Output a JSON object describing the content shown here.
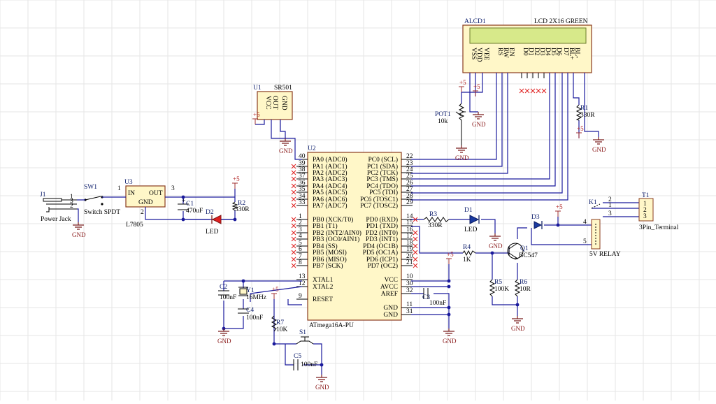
{
  "lcd": {
    "ref": "ALCD1",
    "value": "LCD  2X16 GREEN",
    "pins": [
      "VSS",
      "VDD",
      "VEE",
      "RS",
      "RW",
      "EN",
      "D0",
      "D1",
      "D2",
      "D3",
      "D4",
      "D5",
      "D6",
      "D7",
      "BL+",
      "BL-"
    ]
  },
  "pir": {
    "ref": "U1",
    "value": "SR501",
    "pins": [
      "VCC",
      "OUT",
      "GND"
    ]
  },
  "mcu": {
    "ref": "U2",
    "value": "ATmega16A-PU",
    "left_pins": [
      {
        "num": "40",
        "name": "PA0 (ADC0)"
      },
      {
        "num": "39",
        "name": "PA1 (ADC1)"
      },
      {
        "num": "38",
        "name": "PA2 (ADC2)"
      },
      {
        "num": "37",
        "name": "PA3 (ADC3)"
      },
      {
        "num": "36",
        "name": "PA4 (ADC4)"
      },
      {
        "num": "35",
        "name": "PA5 (ADC5)"
      },
      {
        "num": "34",
        "name": "PA6 (ADC6)"
      },
      {
        "num": "33",
        "name": "PA7 (ADC7)"
      },
      {
        "num": "1",
        "name": "PB0 (XCK/T0)"
      },
      {
        "num": "2",
        "name": "PB1 (T1)"
      },
      {
        "num": "3",
        "name": "PB2 (INT2/AIN0)"
      },
      {
        "num": "4",
        "name": "PB3 (OC0/AIN1)"
      },
      {
        "num": "5",
        "name": "PB4 (SS)"
      },
      {
        "num": "6",
        "name": "PB5 (MOSI)"
      },
      {
        "num": "7",
        "name": "PB6 (MISO)"
      },
      {
        "num": "8",
        "name": "PB7 (SCK)"
      },
      {
        "num": "13",
        "name": "XTAL1"
      },
      {
        "num": "12",
        "name": "XTAL2"
      },
      {
        "num": "9",
        "name": "RESET"
      }
    ],
    "right_pins": [
      {
        "num": "22",
        "name": "PC0 (SCL)"
      },
      {
        "num": "23",
        "name": "PC1 (SDA)"
      },
      {
        "num": "24",
        "name": "PC2 (TCK)"
      },
      {
        "num": "25",
        "name": "PC3 (TMS)"
      },
      {
        "num": "26",
        "name": "PC4 (TDO)"
      },
      {
        "num": "27",
        "name": "PC5 (TDI)"
      },
      {
        "num": "28",
        "name": "PC6 (TOSC1)"
      },
      {
        "num": "29",
        "name": "PC7 (TOSC2)"
      },
      {
        "num": "14",
        "name": "PD0 (RXD)"
      },
      {
        "num": "15",
        "name": "PD1 (TXD)"
      },
      {
        "num": "16",
        "name": "PD2 (INT0)"
      },
      {
        "num": "17",
        "name": "PD3 (INT1)"
      },
      {
        "num": "18",
        "name": "PD4 (OC1B)"
      },
      {
        "num": "19",
        "name": "PD5 (OC1A)"
      },
      {
        "num": "20",
        "name": "PD6 (ICP1)"
      },
      {
        "num": "21",
        "name": "PD7 (OC2)"
      },
      {
        "num": "10",
        "name": "VCC"
      },
      {
        "num": "30",
        "name": "AVCC"
      },
      {
        "num": "32",
        "name": "AREF"
      },
      {
        "num": "11",
        "name": "GND"
      },
      {
        "num": "31",
        "name": "GND"
      }
    ]
  },
  "reg": {
    "ref": "U3",
    "value": "L7805",
    "in": "IN",
    "out": "OUT",
    "gnd": "GND",
    "pin_in": "1",
    "pin_out": "3",
    "pin_gnd": "2"
  },
  "jack": {
    "ref": "J1",
    "value": "Power Jack",
    "pins": [
      "1",
      "3",
      "2"
    ]
  },
  "sw1": {
    "ref": "SW1",
    "value": "Switch SPDT"
  },
  "c1": {
    "ref": "C1",
    "value": "470uF"
  },
  "c2": {
    "ref": "C2",
    "value": "100nF"
  },
  "c3": {
    "ref": "C3",
    "value": "100nF"
  },
  "c4": {
    "ref": "C4",
    "value": "100nF"
  },
  "c5": {
    "ref": "C5",
    "value": "100nF"
  },
  "r1": {
    "ref": "R1",
    "value": "330R"
  },
  "r2": {
    "ref": "R2",
    "value": "330R"
  },
  "r3": {
    "ref": "R3",
    "value": "330R"
  },
  "r4": {
    "ref": "R4",
    "value": "1K"
  },
  "r5": {
    "ref": "R5",
    "value": "100K"
  },
  "r6": {
    "ref": "R6",
    "value": "10R"
  },
  "r7": {
    "ref": "R7",
    "value": "10K"
  },
  "d1": {
    "ref": "D1",
    "value": "LED"
  },
  "d2": {
    "ref": "D2",
    "value": "LED"
  },
  "d3": {
    "ref": "D3"
  },
  "q1": {
    "ref": "Q1",
    "value": "BC547"
  },
  "y1": {
    "ref": "Y1",
    "value": "16MHz"
  },
  "s1": {
    "ref": "S1"
  },
  "pot1": {
    "ref": "POT1",
    "value": "10k"
  },
  "k1": {
    "ref": "K1",
    "value": "5V RELAY",
    "pins": [
      "2",
      "1",
      "3",
      "4",
      "5"
    ]
  },
  "t1": {
    "ref": "T1",
    "value": "3Pin_Terminal",
    "pins": [
      "1",
      "2",
      "3"
    ]
  },
  "power": {
    "plus5": "+5",
    "gnd": "GND"
  }
}
